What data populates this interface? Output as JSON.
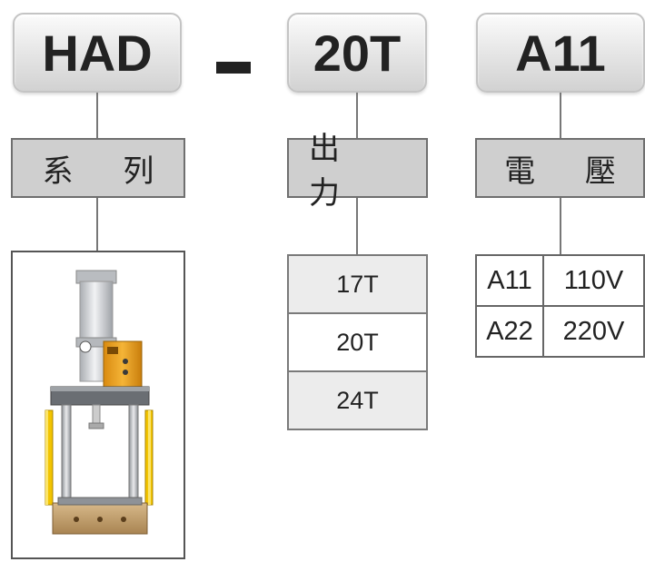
{
  "model_code": {
    "series_code": "HAD",
    "separator": "–",
    "force_code": "20T",
    "voltage_code": "A11"
  },
  "labels": {
    "series": "系 列",
    "force": "出 力",
    "voltage": "電 壓"
  },
  "force_options": [
    "17T",
    "20T",
    "24T"
  ],
  "voltage_options": [
    {
      "code": "A11",
      "voltage": "110V"
    },
    {
      "code": "A22",
      "voltage": "220V"
    }
  ],
  "colors": {
    "code_box_bg": "#e2e2e2",
    "label_box_bg": "#cfcfcf",
    "machine_yellow": "#e8a21b",
    "machine_silver": "#c9ccd0",
    "light_curtain": "#f2c400"
  }
}
